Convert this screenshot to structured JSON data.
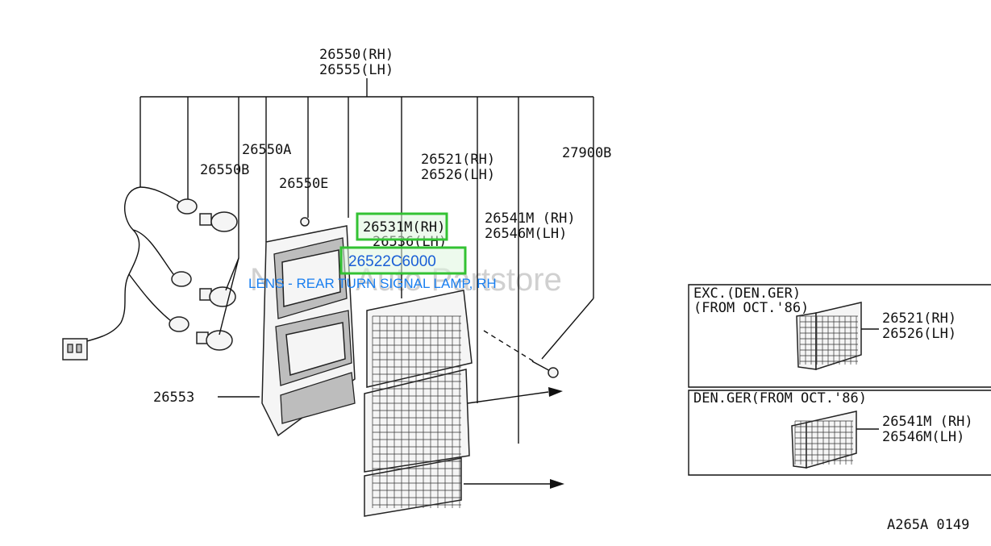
{
  "diagram": {
    "labels": {
      "p26550": "26550(RH)",
      "p26555": "26555(LH)",
      "p26550A": "26550A",
      "p26550B": "26550B",
      "p26550E": "26550E",
      "p26521": "26521(RH)",
      "p26526": "26526(LH)",
      "p27900B": "27900B",
      "p26531M": "26531M(RH)",
      "p26536": "26536(LH)",
      "p26541M": "26541M (RH)",
      "p26546M": "26546M(LH)",
      "p26553": "26553",
      "figure_code": "A265A 0149"
    },
    "highlight": {
      "part_number": "26522C6000",
      "description": "LENS - REAR TURN SIGNAL LAMP, RH"
    },
    "watermark": "Nissan  Auto Partstore",
    "inset_top": {
      "caption1": "EXC.(DEN.GER)",
      "caption2": "(FROM OCT.'86)",
      "label_rh": "26521(RH)",
      "label_lh": "26526(LH)"
    },
    "inset_bottom": {
      "caption": "DEN.GER(FROM OCT.'86)",
      "label_rh": "26541M (RH)",
      "label_lh": "26546M(LH)"
    }
  }
}
